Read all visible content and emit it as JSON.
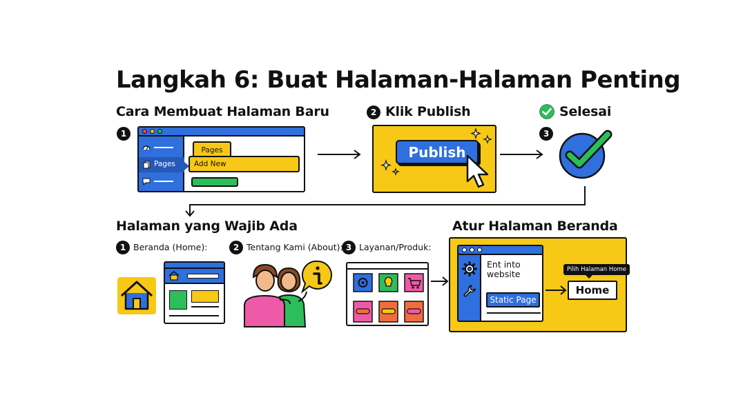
{
  "title": "Langkah 6: Buat Halaman-Halaman Penting",
  "section1": {
    "heading": "Cara Membuat Halaman Baru",
    "step_num": "1",
    "menu": {
      "pages_label": "Pages",
      "tab_label": "Pages",
      "add_new_label": "Add New"
    }
  },
  "section2": {
    "num": "2",
    "heading": "Klik Publish",
    "button": "Publish"
  },
  "section3": {
    "heading": "Selesai",
    "step_num": "3"
  },
  "section4": {
    "heading": "Halaman yang Wajib Ada",
    "items": [
      {
        "num": "1",
        "label": "Beranda (Home):"
      },
      {
        "num": "2",
        "label": "Tentang Kami (About):"
      },
      {
        "num": "3",
        "label": "Layanan/Produk:"
      }
    ]
  },
  "section5": {
    "heading": "Atur Halaman Beranda",
    "text_line1": "Ent into",
    "text_line2": "website",
    "static_page": "Static Page",
    "tag": "Pilih Halaman Home",
    "home": "Home"
  },
  "colors": {
    "blue": "#2f6fde",
    "yellow": "#f7c815",
    "green": "#2dbd5a",
    "pink": "#ef5aa8",
    "orange": "#f26d3d"
  }
}
